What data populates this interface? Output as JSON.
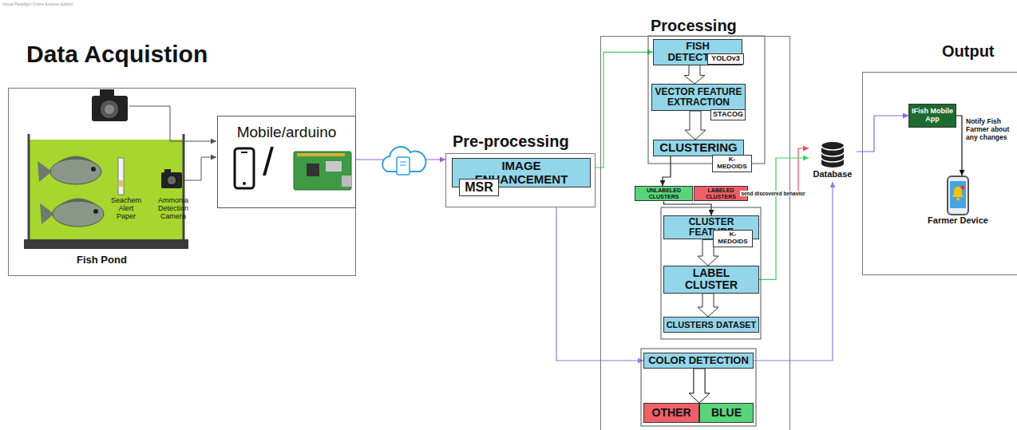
{
  "diagram": {
    "nodes": [
      {
        "text": [
          "Data Acquistion"
        ]
      },
      {
        "text": [
          "Mobile/arduino",
          "/"
        ],
        "in": 0
      },
      {
        "text": [
          "Pre-processing"
        ]
      },
      {
        "text": [
          "IMAGE ENHANCEMENT"
        ],
        "in": 2
      },
      {
        "text": [
          "MSR"
        ],
        "in": 2
      },
      {
        "text": [
          "Processing"
        ]
      },
      {
        "text": [
          "FISH DETECTION"
        ],
        "in": 5
      },
      {
        "text": [
          "YOLOv3"
        ],
        "in": 5
      },
      {
        "text": [
          "VECTOR FEATURE EXTRACTION"
        ],
        "in": 5
      },
      {
        "text": [
          "STACOG"
        ],
        "in": 5
      },
      {
        "text": [
          "CLUSTERING"
        ],
        "in": 5
      },
      {
        "text": [
          "K-MEDOIDS"
        ],
        "in": 5
      },
      {
        "text": [
          "UNLABELED CLUSTERS"
        ],
        "in": 5
      },
      {
        "text": [
          "LABELED CLUSTERS"
        ],
        "in": 5
      },
      {
        "text": [
          "CLUSTER FEATURE"
        ],
        "in": 5
      },
      {
        "text": [
          "K-MEDOIDS"
        ],
        "in": 5
      },
      {
        "text": [
          "LABEL CLUSTER"
        ],
        "in": 5
      },
      {
        "text": [
          "CLUSTERS DATASET"
        ],
        "in": 5
      },
      {
        "text": [
          "COLOR DETECTION"
        ],
        "in": 5
      },
      {
        "text": [
          "OTHER"
        ],
        "in": 5
      },
      {
        "text": [
          "BLUE"
        ],
        "in": 5
      },
      {
        "text": [
          "Database"
        ]
      },
      {
        "text": [
          "Output"
        ]
      },
      {
        "text": [
          "IFish Mobile App"
        ],
        "in": 22
      },
      {
        "text": [
          "Farmer Device"
        ],
        "in": 22
      }
    ],
    "edges": [
      {
        "from": 1,
        "to": 2,
        "arrow": "to"
      },
      {
        "from": 2,
        "to": 6,
        "arrow": "to"
      },
      {
        "from": 6,
        "to": 8,
        "arrow": "to"
      },
      {
        "from": 8,
        "to": 10,
        "arrow": "to"
      },
      {
        "from": 10,
        "to": 12,
        "arrow": "to"
      },
      {
        "from": 12,
        "to": 14,
        "arrow": "to"
      },
      {
        "from": 14,
        "to": 16,
        "arrow": "to"
      },
      {
        "from": 16,
        "to": 17,
        "arrow": "to"
      },
      {
        "from": 13,
        "to": 21,
        "label": "send discovered behavior",
        "arrow": "to"
      },
      {
        "from": 16,
        "to": 21,
        "arrow": "to"
      },
      {
        "from": 2,
        "to": 18,
        "arrow": "to"
      },
      {
        "from": 18,
        "to": 19,
        "arrow": "to"
      },
      {
        "from": 18,
        "to": 20,
        "arrow": "to"
      },
      {
        "from": 18,
        "to": 21,
        "arrow": "to"
      },
      {
        "from": 21,
        "to": 23,
        "arrow": "to"
      },
      {
        "from": 23,
        "to": 24,
        "label": "Notify Fish Farmer about any changes",
        "arrow": "to"
      }
    ],
    "labels": [
      "Visual Paradigm Online Express Edition",
      "Seachem Alert Paper",
      "Ammonia Detection Camera",
      "Fish Pond"
    ]
  }
}
